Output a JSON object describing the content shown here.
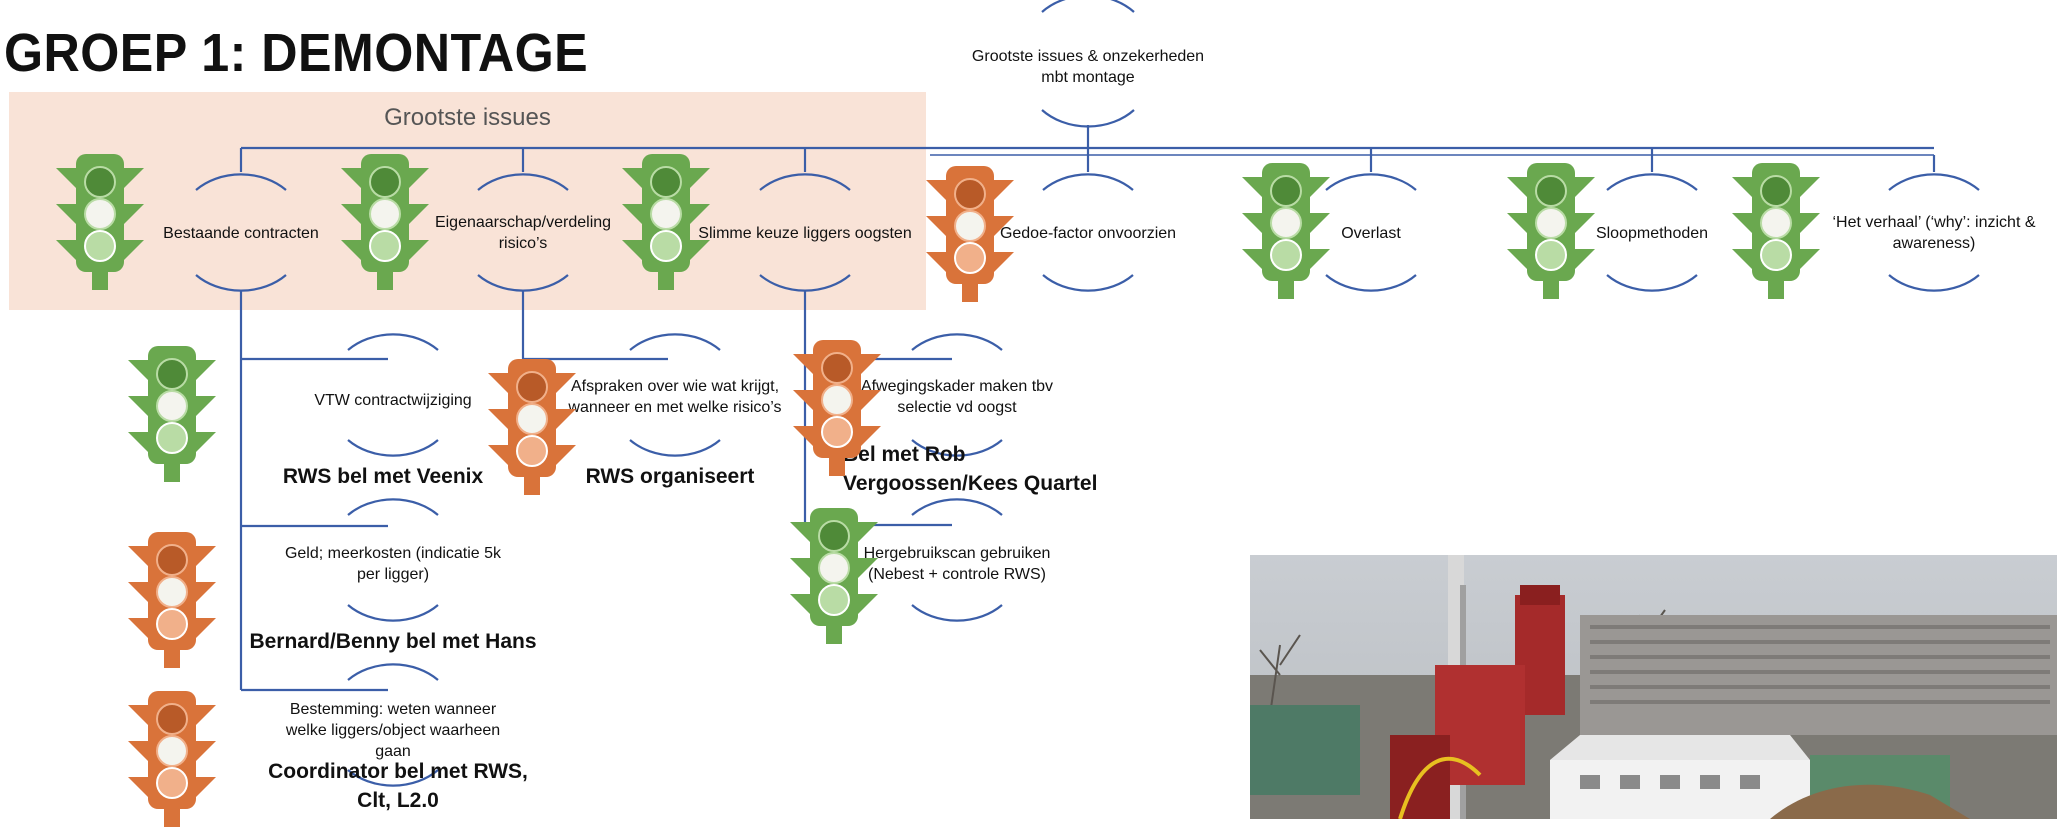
{
  "title": "GROEP 1: DEMONTAGE",
  "highlight_label": "Grootste issues",
  "root": "Grootste issues & onzekerheden mbt montage",
  "issues": [
    {
      "label": "Bestaande contracten",
      "status": "green"
    },
    {
      "label": "Eigenaarschap/verdeling risico’s",
      "status": "green"
    },
    {
      "label": "Slimme keuze liggers oogsten",
      "status": "green"
    },
    {
      "label": "Gedoe-factor onvoorzien",
      "status": "orange"
    },
    {
      "label": "Overlast",
      "status": "green"
    },
    {
      "label": "Sloopmethoden",
      "status": "green"
    },
    {
      "label": "‘Het verhaal’ (‘why’: inzicht & awareness)",
      "status": "green"
    }
  ],
  "subissues": [
    {
      "label": "VTW contractwijziging",
      "status": "green",
      "action": "RWS bel met Veenix"
    },
    {
      "label": "Geld; meerkosten (indicatie 5k per ligger)",
      "status": "orange",
      "action": "Bernard/Benny bel met Hans"
    },
    {
      "label": "Bestemming: weten wanneer welke liggers/object waarheen gaan",
      "status": "orange",
      "action": "Coordinator bel met RWS, Clt, L2.0"
    },
    {
      "label": "Afspraken over wie wat krijgt, wanneer en met welke risico’s",
      "status": "orange",
      "action": "RWS organiseert"
    },
    {
      "label": "Afwegingskader maken tbv selectie vd oogst",
      "status": "orange",
      "action": "Bel met Rob Vergoossen/Kees Quartel"
    },
    {
      "label": "Hergebruikscan gebruiken (Nebest + controle RWS)",
      "status": "green",
      "action": ""
    }
  ],
  "colors": {
    "green": "#6aa84f",
    "orange": "#d9733a",
    "line": "#3b5ea8",
    "highlight": "#f9e3d7"
  },
  "photo_description_icon": "construction-site-photo"
}
